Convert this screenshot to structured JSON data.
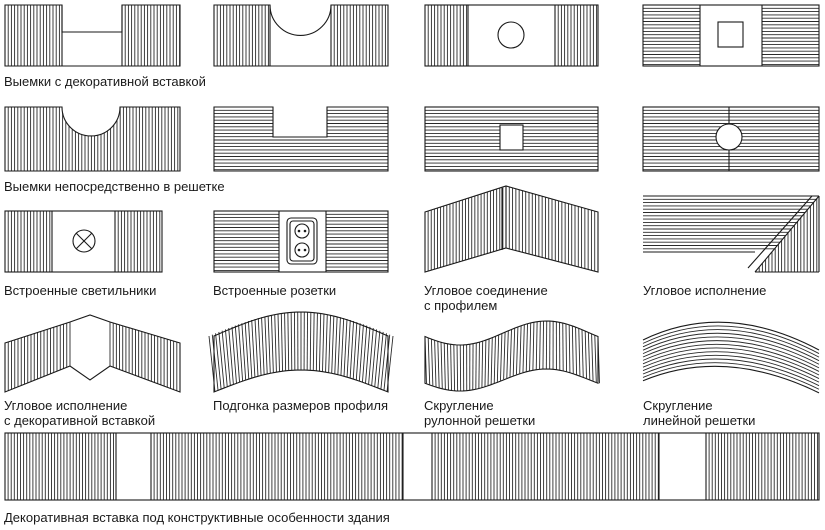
{
  "labels": {
    "row1": "Выемки с декоративной вставкой",
    "row2": "Выемки непосредственно в решетке",
    "lights": "Встроенные светильники",
    "sockets": "Встроенные розетки",
    "corner_profile_1": "Угловое соединение",
    "corner_profile_2": "с профилем",
    "corner": "Угловое исполнение",
    "corner_insert_1": "Угловое исполнение",
    "corner_insert_2": "с декоративной вставкой",
    "profile_fit": "Подгонка размеров профиля",
    "roll_1": "Скругление",
    "roll_2": "рулонной решетки",
    "linear_1": "Скругление",
    "linear_2": "линейной решетки",
    "building": "Декоративная вставка под конструктивные особенности здания"
  },
  "colors": {
    "stroke": "#1a1a1a",
    "background": "#ffffff"
  },
  "icons": {
    "lamp": "lamp-cross-icon",
    "socket": "socket-icon"
  }
}
